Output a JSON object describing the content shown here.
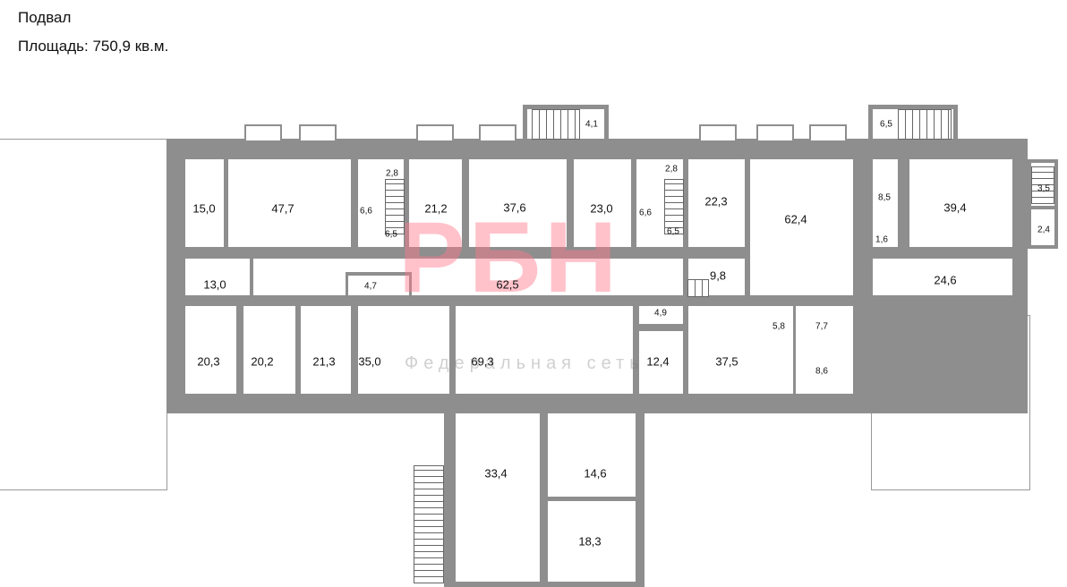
{
  "header": {
    "title": "Подвал",
    "area": "Площадь: 750,9 кв.м."
  },
  "watermark": {
    "logo": "РБН",
    "tagline": "Федеральная сеть"
  },
  "rooms": [
    "15,0",
    "47,7",
    "2,8",
    "6,6",
    "6,5",
    "21,2",
    "37,6",
    "23,0",
    "2,8",
    "6,6",
    "6,5",
    "22,3",
    "62,4",
    "8,5",
    "1,6",
    "39,4",
    "13,0",
    "4,7",
    "62,5",
    "9,8",
    "24,6",
    "20,3",
    "20,2",
    "21,3",
    "35,0",
    "69,3",
    "4,9",
    "12,4",
    "37,5",
    "5,8",
    "7,7",
    "8,6",
    "33,4",
    "14,6",
    "18,3",
    "4,1",
    "6,5",
    "3,5",
    "2,4"
  ],
  "colors": {
    "wall": "#8e8e8e",
    "watermark": "#ff788c"
  }
}
